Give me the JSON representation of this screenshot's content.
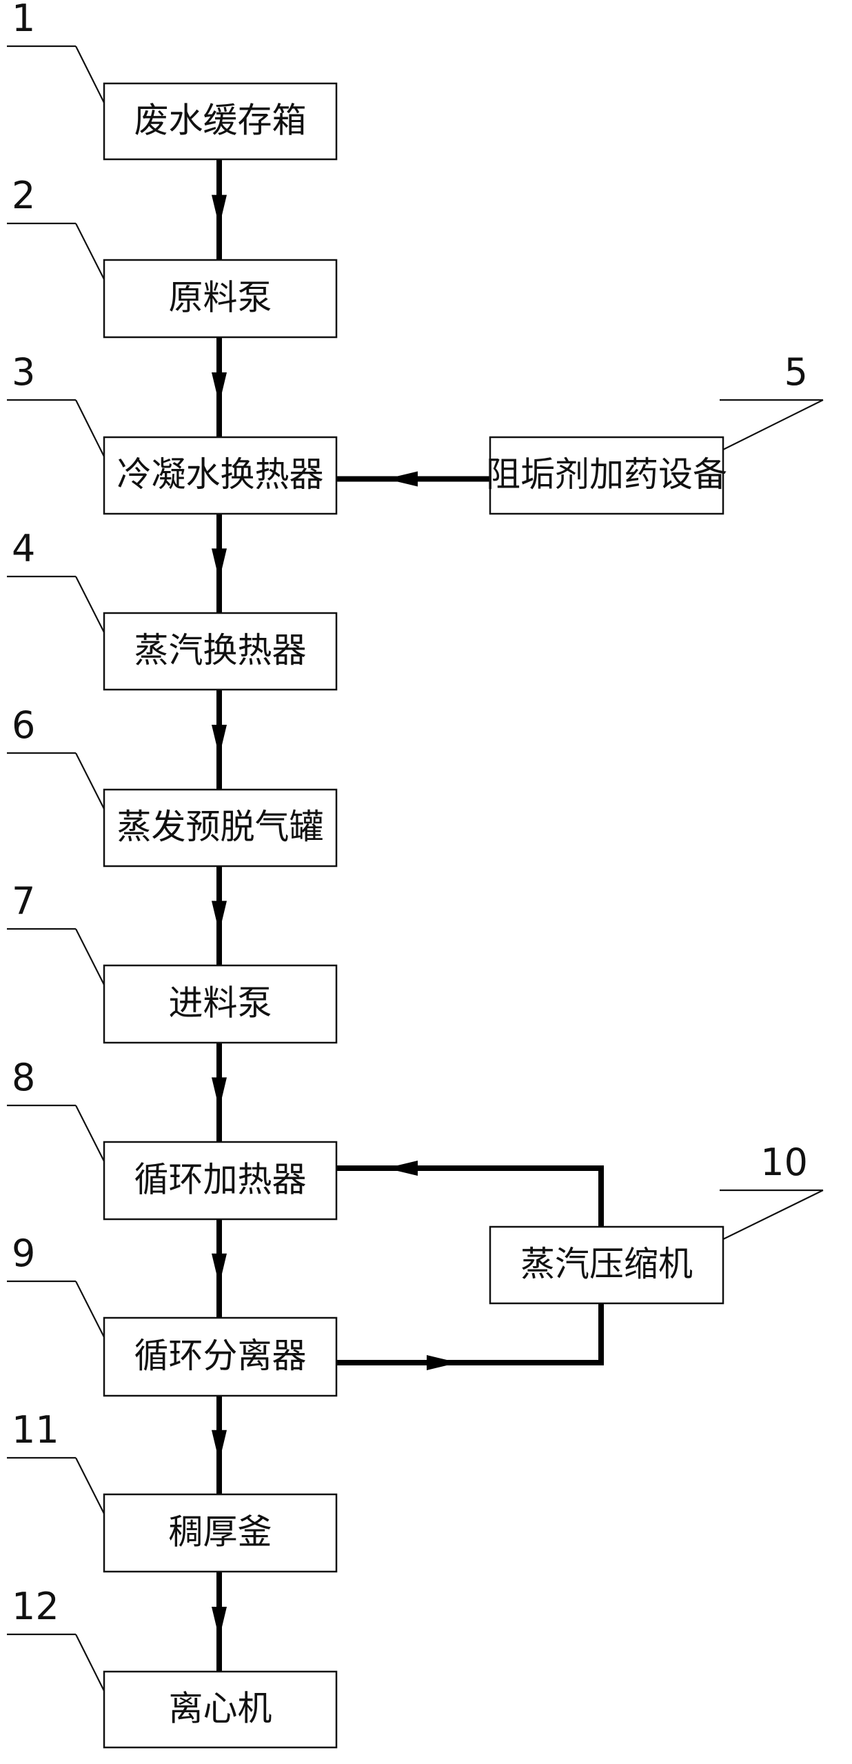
{
  "nodes": [
    {
      "id": "n1",
      "label": "废水缓存箱",
      "number": "1"
    },
    {
      "id": "n2",
      "label": "原料泵",
      "number": "2"
    },
    {
      "id": "n3",
      "label": "冷凝水换热器",
      "number": "3"
    },
    {
      "id": "n5",
      "label": "阻垢剂加药设备",
      "number": "5"
    },
    {
      "id": "n4",
      "label": "蒸汽换热器",
      "number": "4"
    },
    {
      "id": "n6",
      "label": "蒸发预脱气罐",
      "number": "6"
    },
    {
      "id": "n7",
      "label": "进料泵",
      "number": "7"
    },
    {
      "id": "n8",
      "label": "循环加热器",
      "number": "8"
    },
    {
      "id": "n10",
      "label": "蒸汽压缩机",
      "number": "10"
    },
    {
      "id": "n9",
      "label": "循环分离器",
      "number": "9"
    },
    {
      "id": "n11",
      "label": "稠厚釜",
      "number": "11"
    },
    {
      "id": "n12",
      "label": "离心机",
      "number": "12"
    }
  ],
  "edges": [
    {
      "from": "n1",
      "to": "n2"
    },
    {
      "from": "n2",
      "to": "n3"
    },
    {
      "from": "n5",
      "to": "n3"
    },
    {
      "from": "n3",
      "to": "n4"
    },
    {
      "from": "n4",
      "to": "n6"
    },
    {
      "from": "n6",
      "to": "n7"
    },
    {
      "from": "n7",
      "to": "n8"
    },
    {
      "from": "n8",
      "to": "n9"
    },
    {
      "from": "n9",
      "to": "n10"
    },
    {
      "from": "n10",
      "to": "n8"
    },
    {
      "from": "n9",
      "to": "n11"
    },
    {
      "from": "n11",
      "to": "n12"
    }
  ]
}
